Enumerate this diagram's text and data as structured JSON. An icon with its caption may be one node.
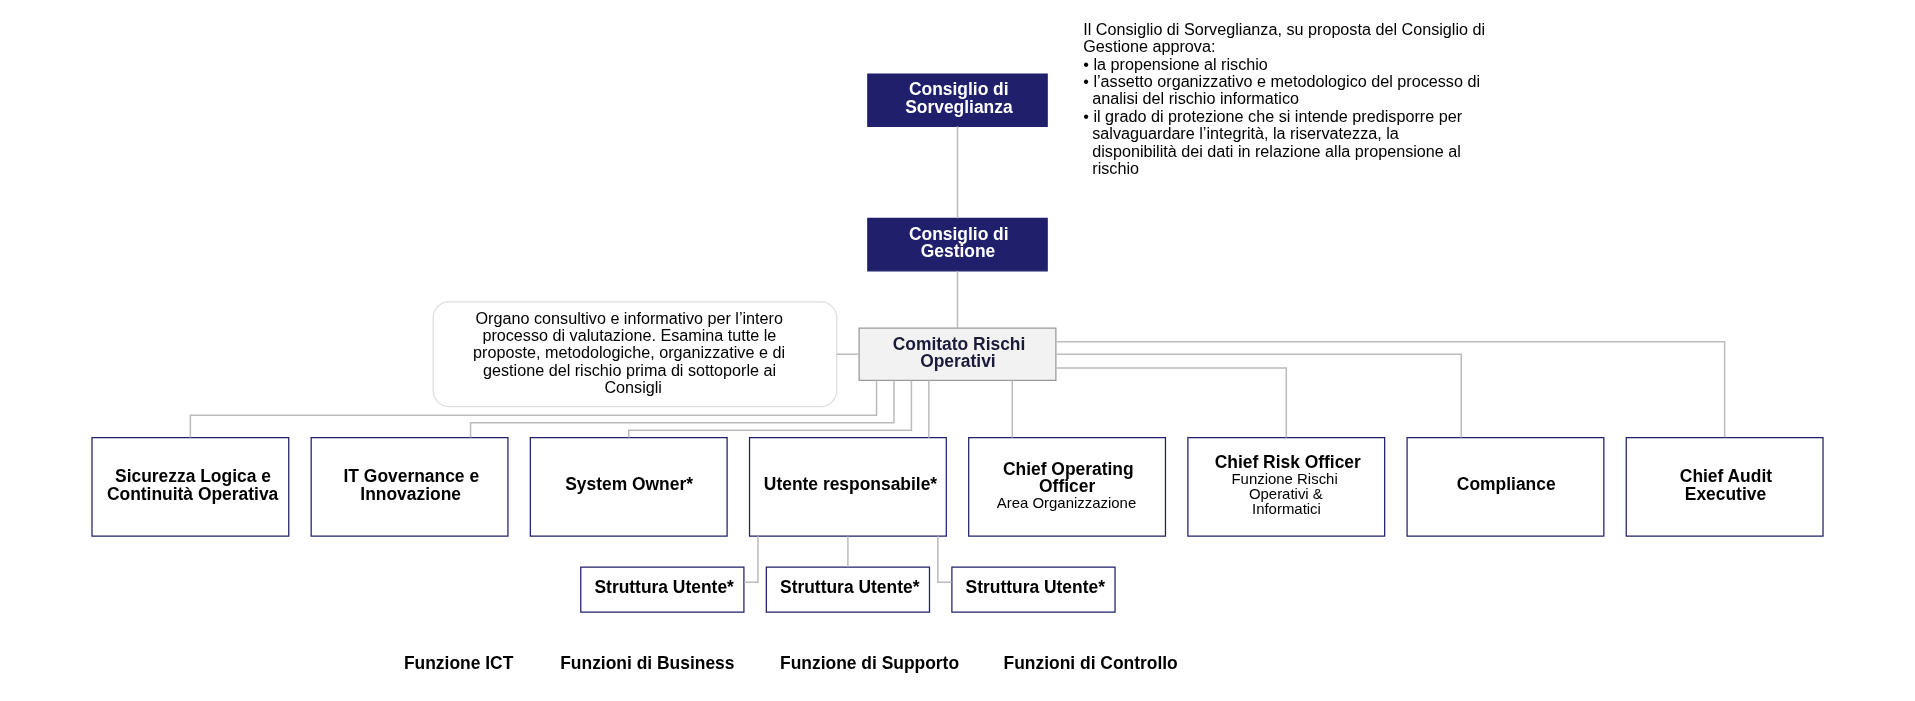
{
  "diagram": {
    "nodes": [
      {
        "text": [
          "Consiglio di Sorveglianza"
        ]
      },
      {
        "text": [
          "Consiglio di Gestione"
        ]
      },
      {
        "text": [
          "Comitato Rischi Operativi"
        ]
      },
      {
        "text": [
          "Organo consultivo e informativo per l’intero processo di valutazione. Esamina tutte le proposte, metodologiche, organizzative e di gestione del rischio prima di sottoporle ai Consigli"
        ]
      },
      {
        "text": [
          "Sicurezza Logica e Continuità Operativa"
        ]
      },
      {
        "text": [
          "IT Governance e Innovazione"
        ]
      },
      {
        "text": [
          "System Owner*"
        ]
      },
      {
        "text": [
          "Utente responsabile*"
        ]
      },
      {
        "text": [
          "Chief Operating Officer",
          "Area Organizzazione"
        ]
      },
      {
        "text": [
          "Chief Risk Officer",
          "Funzione Rischi Operativi & Informatici"
        ]
      },
      {
        "text": [
          "Compliance"
        ]
      },
      {
        "text": [
          "Chief Audit Executive"
        ]
      },
      {
        "text": [
          "Struttura Utente*"
        ]
      },
      {
        "text": [
          "Struttura Utente*"
        ]
      },
      {
        "text": [
          "Struttura Utente*"
        ]
      }
    ],
    "edges": [
      {
        "from": 0,
        "to": 1,
        "arrow": "none"
      },
      {
        "from": 1,
        "to": 2,
        "arrow": "none"
      },
      {
        "from": 3,
        "to": 2,
        "arrow": "none"
      },
      {
        "from": 2,
        "to": 4,
        "arrow": "none"
      },
      {
        "from": 2,
        "to": 5,
        "arrow": "none"
      },
      {
        "from": 2,
        "to": 6,
        "arrow": "none"
      },
      {
        "from": 2,
        "to": 7,
        "arrow": "none"
      },
      {
        "from": 2,
        "to": 8,
        "arrow": "none"
      },
      {
        "from": 2,
        "to": 9,
        "arrow": "none"
      },
      {
        "from": 2,
        "to": 10,
        "arrow": "none"
      },
      {
        "from": 2,
        "to": 11,
        "arrow": "none"
      },
      {
        "from": 7,
        "to": 12,
        "arrow": "none"
      },
      {
        "from": 7,
        "to": 13,
        "arrow": "none"
      },
      {
        "from": 7,
        "to": 14,
        "arrow": "none"
      }
    ],
    "labels": [
      "Il Consiglio di Sorveglianza, su proposta del Consiglio di Gestione approva:",
      "• la propensione al rischio",
      "• l’assetto organizzativo e metodologico del processo di analisi del rischio informatico",
      "• il grado di protezione che si intende predisporre per salvaguardare l’integrità, la riservatezza, la disponibilità dei dati in relazione alla propensione al rischio",
      "Funzione ICT",
      "Funzioni di Business",
      "Funzione di Supporto",
      "Funzioni di Controllo"
    ]
  }
}
